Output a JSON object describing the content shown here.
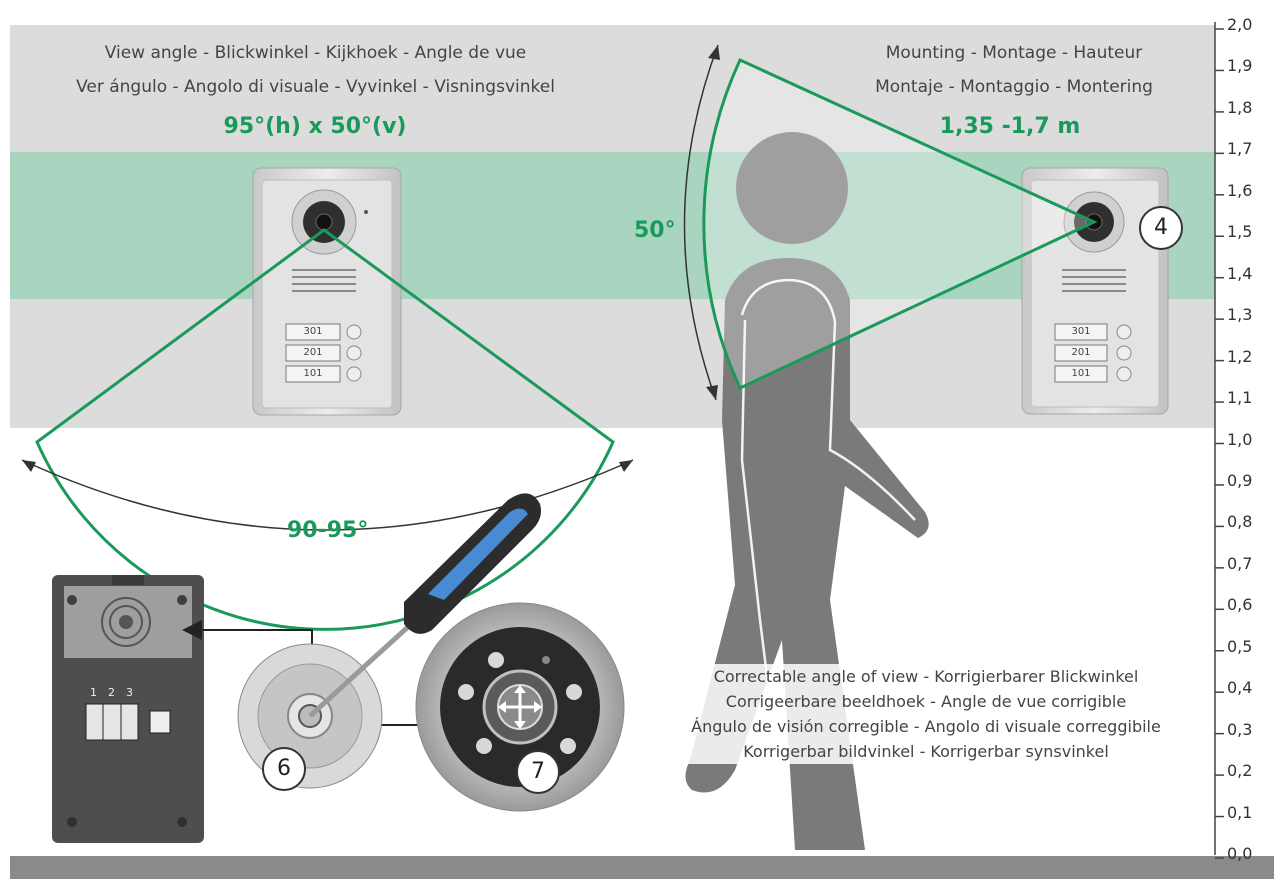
{
  "view_angle": {
    "title_line1": "View angle - Blickwinkel - Kijkhoek - Angle de vue",
    "title_line2": "Ver ángulo - Angolo di visuale - Vyvinkel - Visningsvinkel",
    "value": "95°(h) x 50°(v)",
    "horizontal_label": "90-95°"
  },
  "mounting": {
    "title_line1": "Mounting - Montage - Hauteur",
    "title_line2": "Montaje - Montaggio - Montering",
    "value": "1,35 -1,7 m",
    "vertical_label": "50°"
  },
  "corrective": {
    "line1": "Correctable angle of view - Korrigierbarer Blickwinkel",
    "line2": "Corrigeerbare beeldhoek - Angle de vue corrigible",
    "line3": "Ángulo de visión corregible - Angolo di visuale correggibile",
    "line4": "Korrigerbar bildvinkel - Korrigerbar synsvinkel"
  },
  "callouts": {
    "four": "4",
    "six": "6",
    "seven": "7"
  },
  "panel_buttons": [
    "301",
    "201",
    "101"
  ],
  "back_terminals": [
    "1",
    "2",
    "3"
  ],
  "height_scale": [
    "2,0",
    "1,9",
    "1,8",
    "1,7",
    "1,6",
    "1,5",
    "1,4",
    "1,3",
    "1,2",
    "1,1",
    "1,0",
    "0,9",
    "0,8",
    "0,7",
    "0,6",
    "0,5",
    "0,4",
    "0,3",
    "0,2",
    "0,1",
    "0,0"
  ],
  "colors": {
    "accent_green": "#1a9a5a",
    "band_green": "#a3d3bd",
    "band_grey": "#dcdcdc",
    "person_grey": "#7a7a7a",
    "screwdriver_blue": "#4a8ad0",
    "floor": "#8a8a8a"
  }
}
